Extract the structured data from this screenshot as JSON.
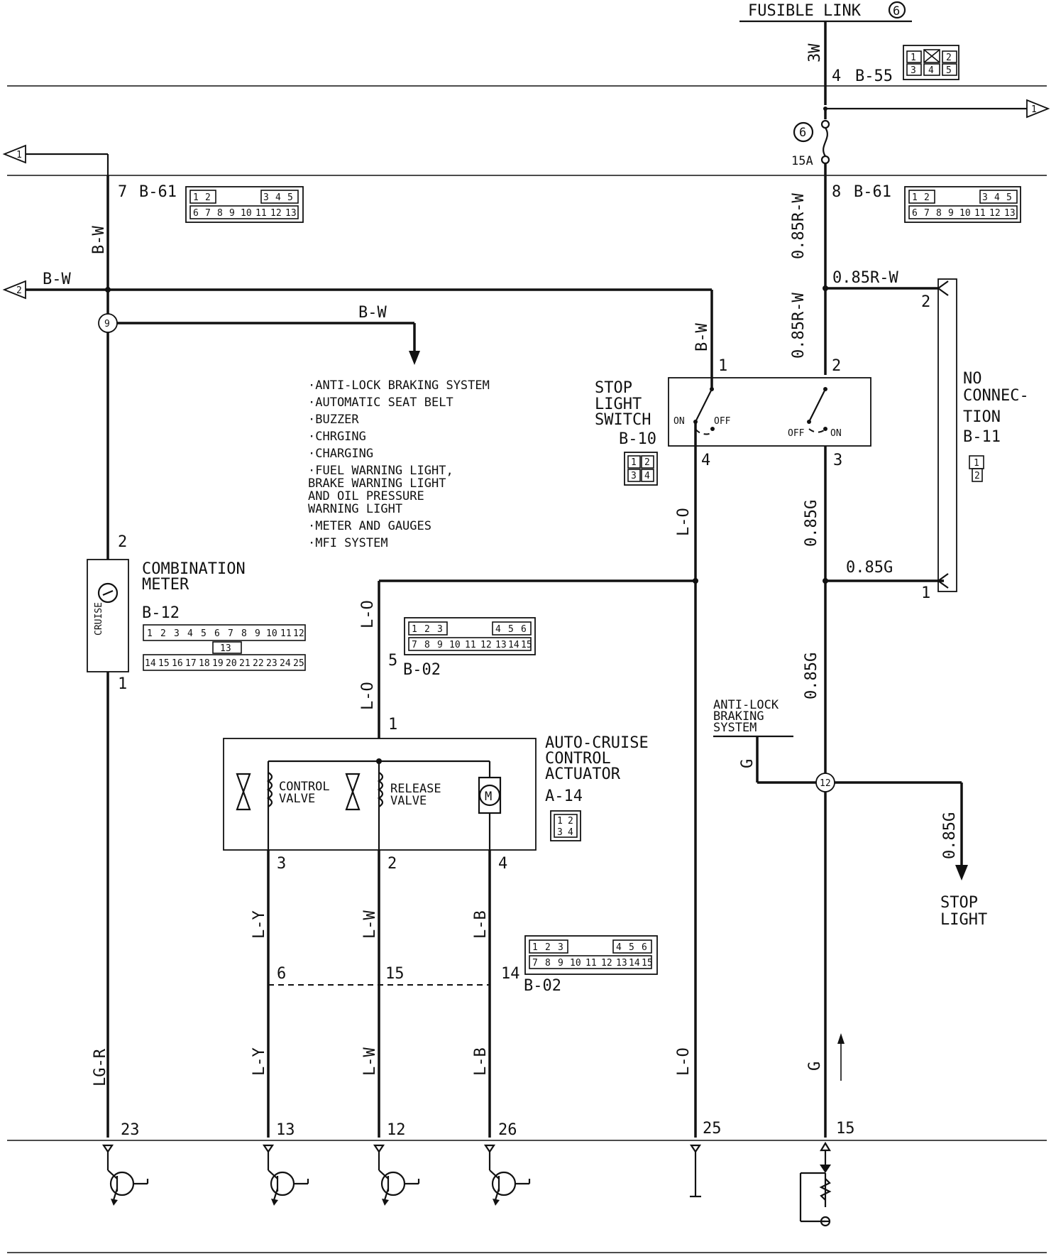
{
  "fusible_link": {
    "label": "FUSIBLE LINK",
    "number": "6",
    "wire": "3W",
    "pin": "4",
    "connector": "B-55",
    "connector_pins": [
      "1",
      "2",
      "3",
      "4",
      "5"
    ]
  },
  "fuse": {
    "number": "6",
    "rating": "15A"
  },
  "offpage": {
    "ref1": "1",
    "ref2": "2"
  },
  "connectors": {
    "b61_left": {
      "pin": "7",
      "id": "B-61",
      "pins_top": [
        "1",
        "2",
        "3",
        "4",
        "5"
      ],
      "pins_bottom": [
        "6",
        "7",
        "8",
        "9",
        "10",
        "11",
        "12",
        "13"
      ]
    },
    "b61_right": {
      "pin": "8",
      "id": "B-61",
      "pins_top": [
        "1",
        "2",
        "3",
        "4",
        "5"
      ],
      "pins_bottom": [
        "6",
        "7",
        "8",
        "9",
        "10",
        "11",
        "12",
        "13"
      ]
    },
    "b02_top": {
      "pin": "5",
      "id": "B-02",
      "pins_top": [
        "1",
        "2",
        "3",
        "4",
        "5",
        "6"
      ],
      "pins_bottom": [
        "7",
        "8",
        "9",
        "10",
        "11",
        "12",
        "13",
        "14",
        "15"
      ]
    },
    "b02_bottom": {
      "id": "B-02",
      "pins_top": [
        "1",
        "2",
        "3",
        "4",
        "5",
        "6"
      ],
      "pins_bottom": [
        "7",
        "8",
        "9",
        "10",
        "11",
        "12",
        "13",
        "14",
        "15"
      ],
      "pin_y": "6",
      "pin_w": "15",
      "pin_b": "14"
    },
    "b12_pins_top": [
      "1",
      "2",
      "3",
      "4",
      "5",
      "6",
      "7",
      "8",
      "9",
      "10",
      "11",
      "12"
    ],
    "b12_pin_mid": "13",
    "b12_pins_bottom": [
      "14",
      "15",
      "16",
      "17",
      "18",
      "19",
      "20",
      "21",
      "22",
      "23",
      "24",
      "25"
    ],
    "b10_pins": [
      "1",
      "2",
      "3",
      "4"
    ],
    "a14_pins": [
      "1",
      "2",
      "3",
      "4"
    ],
    "b11_pins": [
      "1",
      "2"
    ]
  },
  "wires": {
    "bw": "B-W",
    "rw": "0.85\nR-W",
    "rw_h": "0.85R-W",
    "g085": "0.85G",
    "lo": "L-O",
    "lgr": "LG-R",
    "ly": "L-Y",
    "lw": "L-W",
    "lb": "L-B",
    "g": "G"
  },
  "junction_9": "9",
  "junction_12": "12",
  "systems_list": [
    "·ANTI-LOCK BRAKING SYSTEM",
    "·AUTOMATIC SEAT BELT",
    "·BUZZER",
    "·CHRGING",
    "·CHARGING",
    "·FUEL WARNING LIGHT,",
    " BRAKE WARNING LIGHT",
    " AND OIL PRESSURE",
    " WARNING LIGHT",
    "·METER AND GAUGES",
    "·MFI SYSTEM"
  ],
  "stop_light_switch": {
    "title1": "STOP",
    "title2": "LIGHT",
    "title3": "SWITCH",
    "id": "B-10",
    "on": "ON",
    "off": "OFF",
    "pin1": "1",
    "pin2": "2",
    "pin3": "3",
    "pin4": "4"
  },
  "no_connection": {
    "line1": "NO",
    "line2": "CONNEC-",
    "line3": "TION",
    "id": "B-11",
    "pin1": "1",
    "pin2": "2"
  },
  "combination_meter": {
    "title1": "COMBINATION",
    "title2": "METER",
    "id": "B-12",
    "cruise": "CRUISE",
    "pin_top": "2",
    "pin_bottom": "1"
  },
  "actuator": {
    "title1": "AUTO-CRUISE",
    "title2": "CONTROL",
    "title3": "ACTUATOR",
    "id": "A-14",
    "control_valve": [
      "CONTROL",
      "VALVE"
    ],
    "release_valve": [
      "RELEASE",
      "VALVE"
    ],
    "motor": "M",
    "pin1": "1",
    "pin2": "2",
    "pin3": "3",
    "pin4": "4"
  },
  "abs_label": [
    "ANTI-LOCK",
    "BRAKING",
    "SYSTEM"
  ],
  "stop_light": [
    "STOP",
    "LIGHT"
  ],
  "ecu_pins": [
    "23",
    "13",
    "12",
    "26",
    "25",
    "15"
  ]
}
